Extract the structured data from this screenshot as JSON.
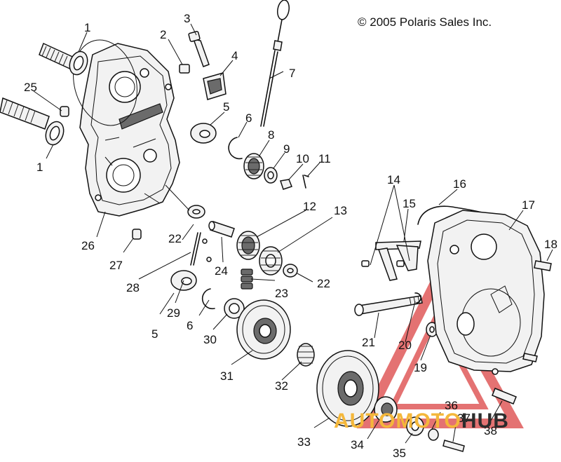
{
  "copyright": "© 2005 Polaris Sales Inc.",
  "watermark": {
    "prefix": "AUTOMOTO",
    "suffix": "HUB",
    "prefix_color": "#f4b73a",
    "suffix_color": "#2c2c2c",
    "triangle_color": "#e05a5a"
  },
  "labels": {
    "p1a": "1",
    "p1b": "1",
    "p2": "2",
    "p3": "3",
    "p4": "4",
    "p5a": "5",
    "p5b": "5",
    "p6a": "6",
    "p6b": "6",
    "p7": "7",
    "p8": "8",
    "p9": "9",
    "p10": "10",
    "p11": "11",
    "p12": "12",
    "p13": "13",
    "p14": "14",
    "p15": "15",
    "p16": "16",
    "p17": "17",
    "p18": "18",
    "p19": "19",
    "p20": "20",
    "p21": "21",
    "p22a": "22",
    "p22b": "22",
    "p23": "23",
    "p24": "24",
    "p25": "25",
    "p26": "26",
    "p27": "27",
    "p28": "28",
    "p29": "29",
    "p30": "30",
    "p31": "31",
    "p32": "32",
    "p33": "33",
    "p34": "34",
    "p35": "35",
    "p36": "36",
    "p37": "37",
    "p38": "38"
  }
}
